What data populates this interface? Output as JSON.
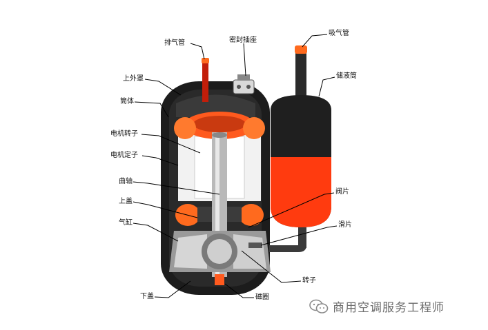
{
  "colors": {
    "shell": "#1c1c1c",
    "stator": "#f2f2f2",
    "coil": "#ff5a1e",
    "oil": "#ff3b0f",
    "metal": "#b9b9b9",
    "background": "#ffffff"
  },
  "labels": {
    "exhaust_pipe": "排气管",
    "sealed_socket": "密封插座",
    "suction_pipe": "吸气管",
    "upper_cover": "上外罩",
    "shell": "筒体",
    "accumulator": "储液筒",
    "motor_rotor": "电机转子",
    "motor_stator": "电机定子",
    "crankshaft": "曲轴",
    "upper_lid": "上盖",
    "valve_plate": "阀片",
    "cylinder": "气缸",
    "slide_vane": "滑片",
    "rotor": "转子",
    "lower_lid": "下盖",
    "magnetic_ring": "磁圈"
  },
  "watermark": {
    "icon": "wechat-icon",
    "text": "商用空调服务工程师"
  }
}
